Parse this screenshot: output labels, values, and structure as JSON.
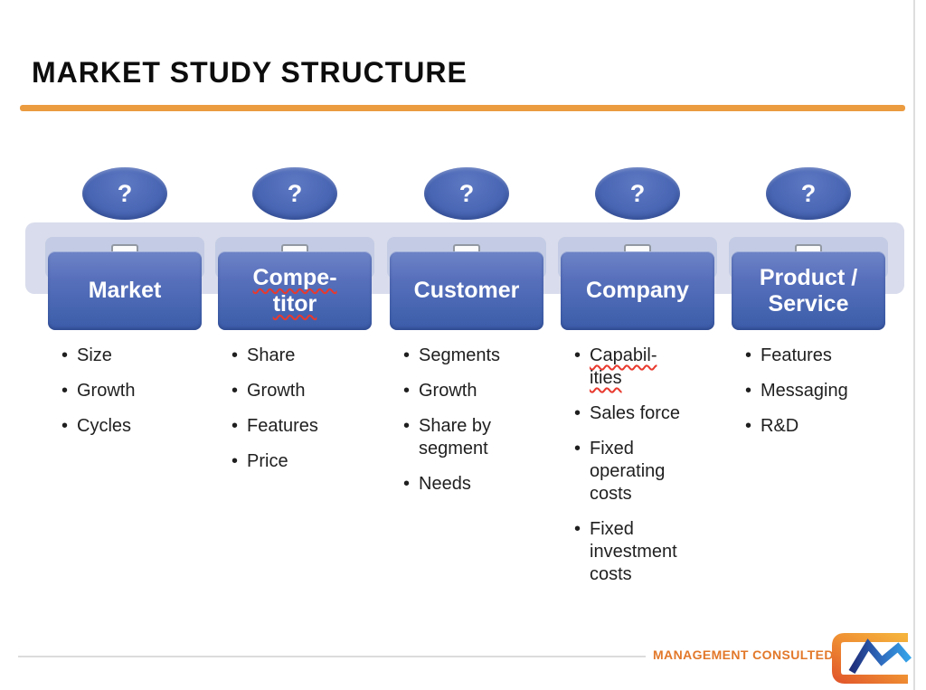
{
  "colors": {
    "accent-orange": "#EB9B40",
    "brand-orange": "#E2782A",
    "band": "#D9DCEC",
    "panel": "#C3CCE4",
    "oval": "#4A67B5",
    "box-bottom": "#4363AF",
    "squiggle-red": "#E8392E",
    "text-dark": "#1F1F1F"
  },
  "slide": {
    "title": "MARKET STUDY STRUCTURE",
    "question_mark": "?",
    "columns": [
      {
        "header": {
          "text": "Market",
          "misspelled": false
        },
        "bullets": [
          {
            "text": "Size"
          },
          {
            "text": "Growth"
          },
          {
            "text": "Cycles"
          }
        ]
      },
      {
        "header": {
          "text": "Compe-\ntitor",
          "misspelled": true
        },
        "bullets": [
          {
            "text": "Share"
          },
          {
            "text": "Growth"
          },
          {
            "text": "Features"
          },
          {
            "text": "Price"
          }
        ]
      },
      {
        "header": {
          "text": "Customer",
          "misspelled": false
        },
        "bullets": [
          {
            "text": "Segments"
          },
          {
            "text": "Growth"
          },
          {
            "text": "Share by\nsegment"
          },
          {
            "text": "Needs"
          }
        ]
      },
      {
        "header": {
          "text": "Company",
          "misspelled": false
        },
        "bullets": [
          {
            "text": "Capabil-\nities",
            "misspelled": true
          },
          {
            "text": "Sales force"
          },
          {
            "text": "Fixed\noperating\ncosts"
          },
          {
            "text": "Fixed\ninvestment\ncosts"
          }
        ]
      },
      {
        "header": {
          "text": "Product /\nService",
          "misspelled": false
        },
        "bullets": [
          {
            "text": "Features"
          },
          {
            "text": "Messaging"
          },
          {
            "text": "R&D"
          }
        ]
      }
    ],
    "footer": {
      "brand": "MANAGEMENT CONSULTED",
      "logo": "management-consulted-logo"
    }
  }
}
